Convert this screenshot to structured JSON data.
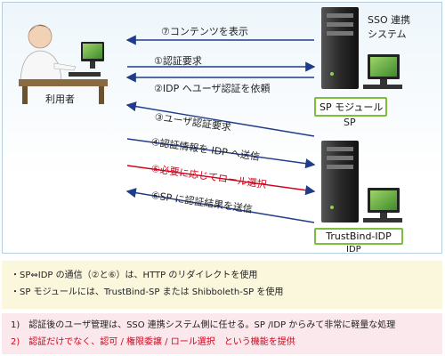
{
  "actors": {
    "user": "利用者",
    "sso_system": [
      "SSO 連携",
      "システム"
    ],
    "sp_module": "SP モジュール",
    "sp": "SP",
    "idp_module": "TrustBind-IDP",
    "idp": "IDP"
  },
  "steps": [
    {
      "text": "⑦コンテンツを表示",
      "color": "#222222"
    },
    {
      "text": "①認証要求",
      "color": "#222222"
    },
    {
      "text": "②IDP へユーザ認証を依頼",
      "color": "#222222"
    },
    {
      "text": "③ユーザ認証要求",
      "color": "#222222"
    },
    {
      "text": "④認証情報を IDP へ送信",
      "color": "#222222"
    },
    {
      "text": "⑤必要に応じてロール選択",
      "color": "#d0021b"
    },
    {
      "text": "⑥SP に認証結果を送信",
      "color": "#222222"
    }
  ],
  "notes_general": [
    "・SP⇔IDP の通信（②と⑥）は、HTTP のリダイレクトを使用",
    "・SP モジュールには、TrustBind-SP または Shibboleth-SP を使用"
  ],
  "notes_numbered": [
    "1)　認証後のユーザ管理は、SSO 連携システム側に任せる。SP /IDP からみて非常に軽量な処理",
    "2)　認証だけでなく、認可 / 権限委譲 / ロール選択　という機能を提供"
  ],
  "colors": {
    "arrow": "#1f3c8a",
    "accent_red": "#d0021b",
    "badge_border": "#7cbf3a",
    "note_yellow": "#fbf7dd",
    "note_pink": "#fbe8ec"
  }
}
